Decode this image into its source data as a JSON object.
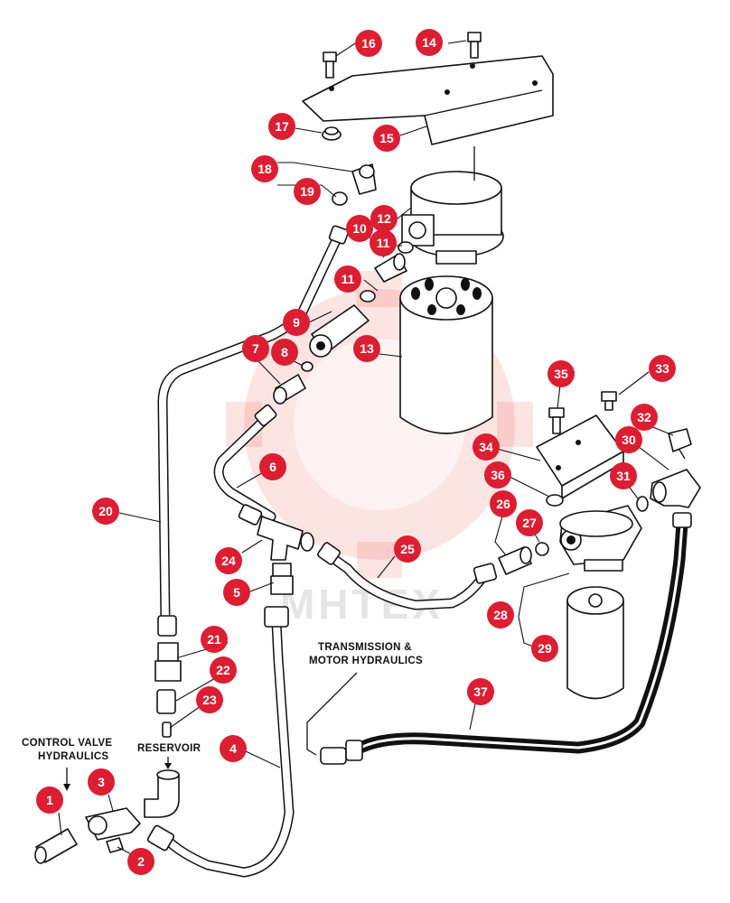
{
  "diagram": {
    "labels": {
      "control_valve": [
        "CONTROL VALVE",
        "HYDRAULICS"
      ],
      "reservoir": "RESERVOIR",
      "transmission": [
        "TRANSMISSION &",
        "MOTOR HYDRAULICS"
      ]
    },
    "watermark": "MHTEX",
    "callouts": [
      "1",
      "2",
      "3",
      "4",
      "5",
      "6",
      "7",
      "8",
      "9",
      "10",
      "11",
      "11",
      "12",
      "13",
      "14",
      "15",
      "16",
      "17",
      "18",
      "19",
      "20",
      "21",
      "22",
      "23",
      "24",
      "25",
      "26",
      "27",
      "28",
      "29",
      "30",
      "31",
      "32",
      "33",
      "34",
      "35",
      "36",
      "37"
    ],
    "colors": {
      "callout": "#dc1e32",
      "line_art": "#111111",
      "watermark": "#e8302a"
    }
  }
}
